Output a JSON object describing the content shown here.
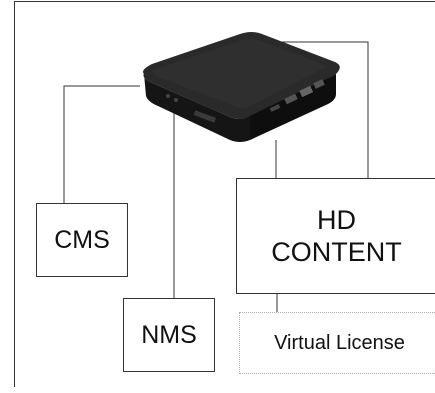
{
  "diagram": {
    "device": {
      "icon": "media-player-box-icon"
    },
    "boxes": {
      "cms": "CMS",
      "nms": "NMS",
      "hd_line1": "HD",
      "hd_line2": "CONTENT",
      "virtual_license": "Virtual License"
    }
  },
  "colors": {
    "line": "#333333",
    "device": "#1c1c1c"
  }
}
